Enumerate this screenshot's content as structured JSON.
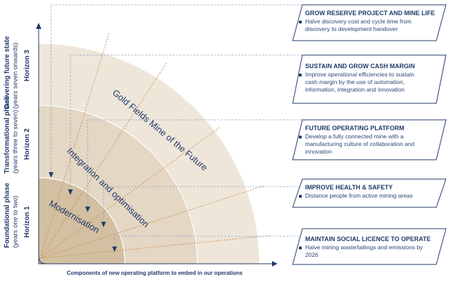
{
  "axis": {
    "x_label": "Components of new operating platform to embed in our operations"
  },
  "phases": [
    {
      "phase": "Foundational phase",
      "years": "(years one to two)",
      "horizon": "Horizon 1"
    },
    {
      "phase": "Transformational phase",
      "years": "(years three to seven)",
      "horizon": "Horizon 2"
    },
    {
      "phase": "Delivering future state",
      "years": "(years seven onwards)",
      "horizon": "Horizon 3"
    }
  ],
  "bands": {
    "inner": "Modernisation",
    "middle": "Integration and optimisation",
    "outer": "Gold Fields Mine of the Future"
  },
  "outcomes": [
    {
      "title": "GROW RESERVE PROJECT AND MINE LIFE",
      "lines": [
        "Halve discovery cost and cycle time from",
        "discovery to development handover"
      ]
    },
    {
      "title": "SUSTAIN AND GROW CASH MARGIN",
      "lines": [
        "Improve operational efficiencies to sustain",
        "cash margin by the use of automation,",
        "information, integration and innovation"
      ]
    },
    {
      "title": "FUTURE OPERATING PLATFORM",
      "lines": [
        "Develop a fully connected mine with a",
        "manufacturing culture of collaboration and",
        "innovation"
      ]
    },
    {
      "title": "IMPROVE HEALTH & SAFETY",
      "lines": [
        "Distance people from active mining areas"
      ]
    },
    {
      "title": "MAINTAIN SOCIAL LICENCE TO OPERATE",
      "lines": [
        "Halve mining waste/tailings and emissions by",
        "2026"
      ]
    }
  ],
  "colors": {
    "navy": "#1f3a6b",
    "outer_band": "#efe6da",
    "middle_band": "#e4d7c4",
    "inner_band": "#d3bfa1",
    "ray": "#c9924a",
    "guide": "#8fa3c4"
  }
}
